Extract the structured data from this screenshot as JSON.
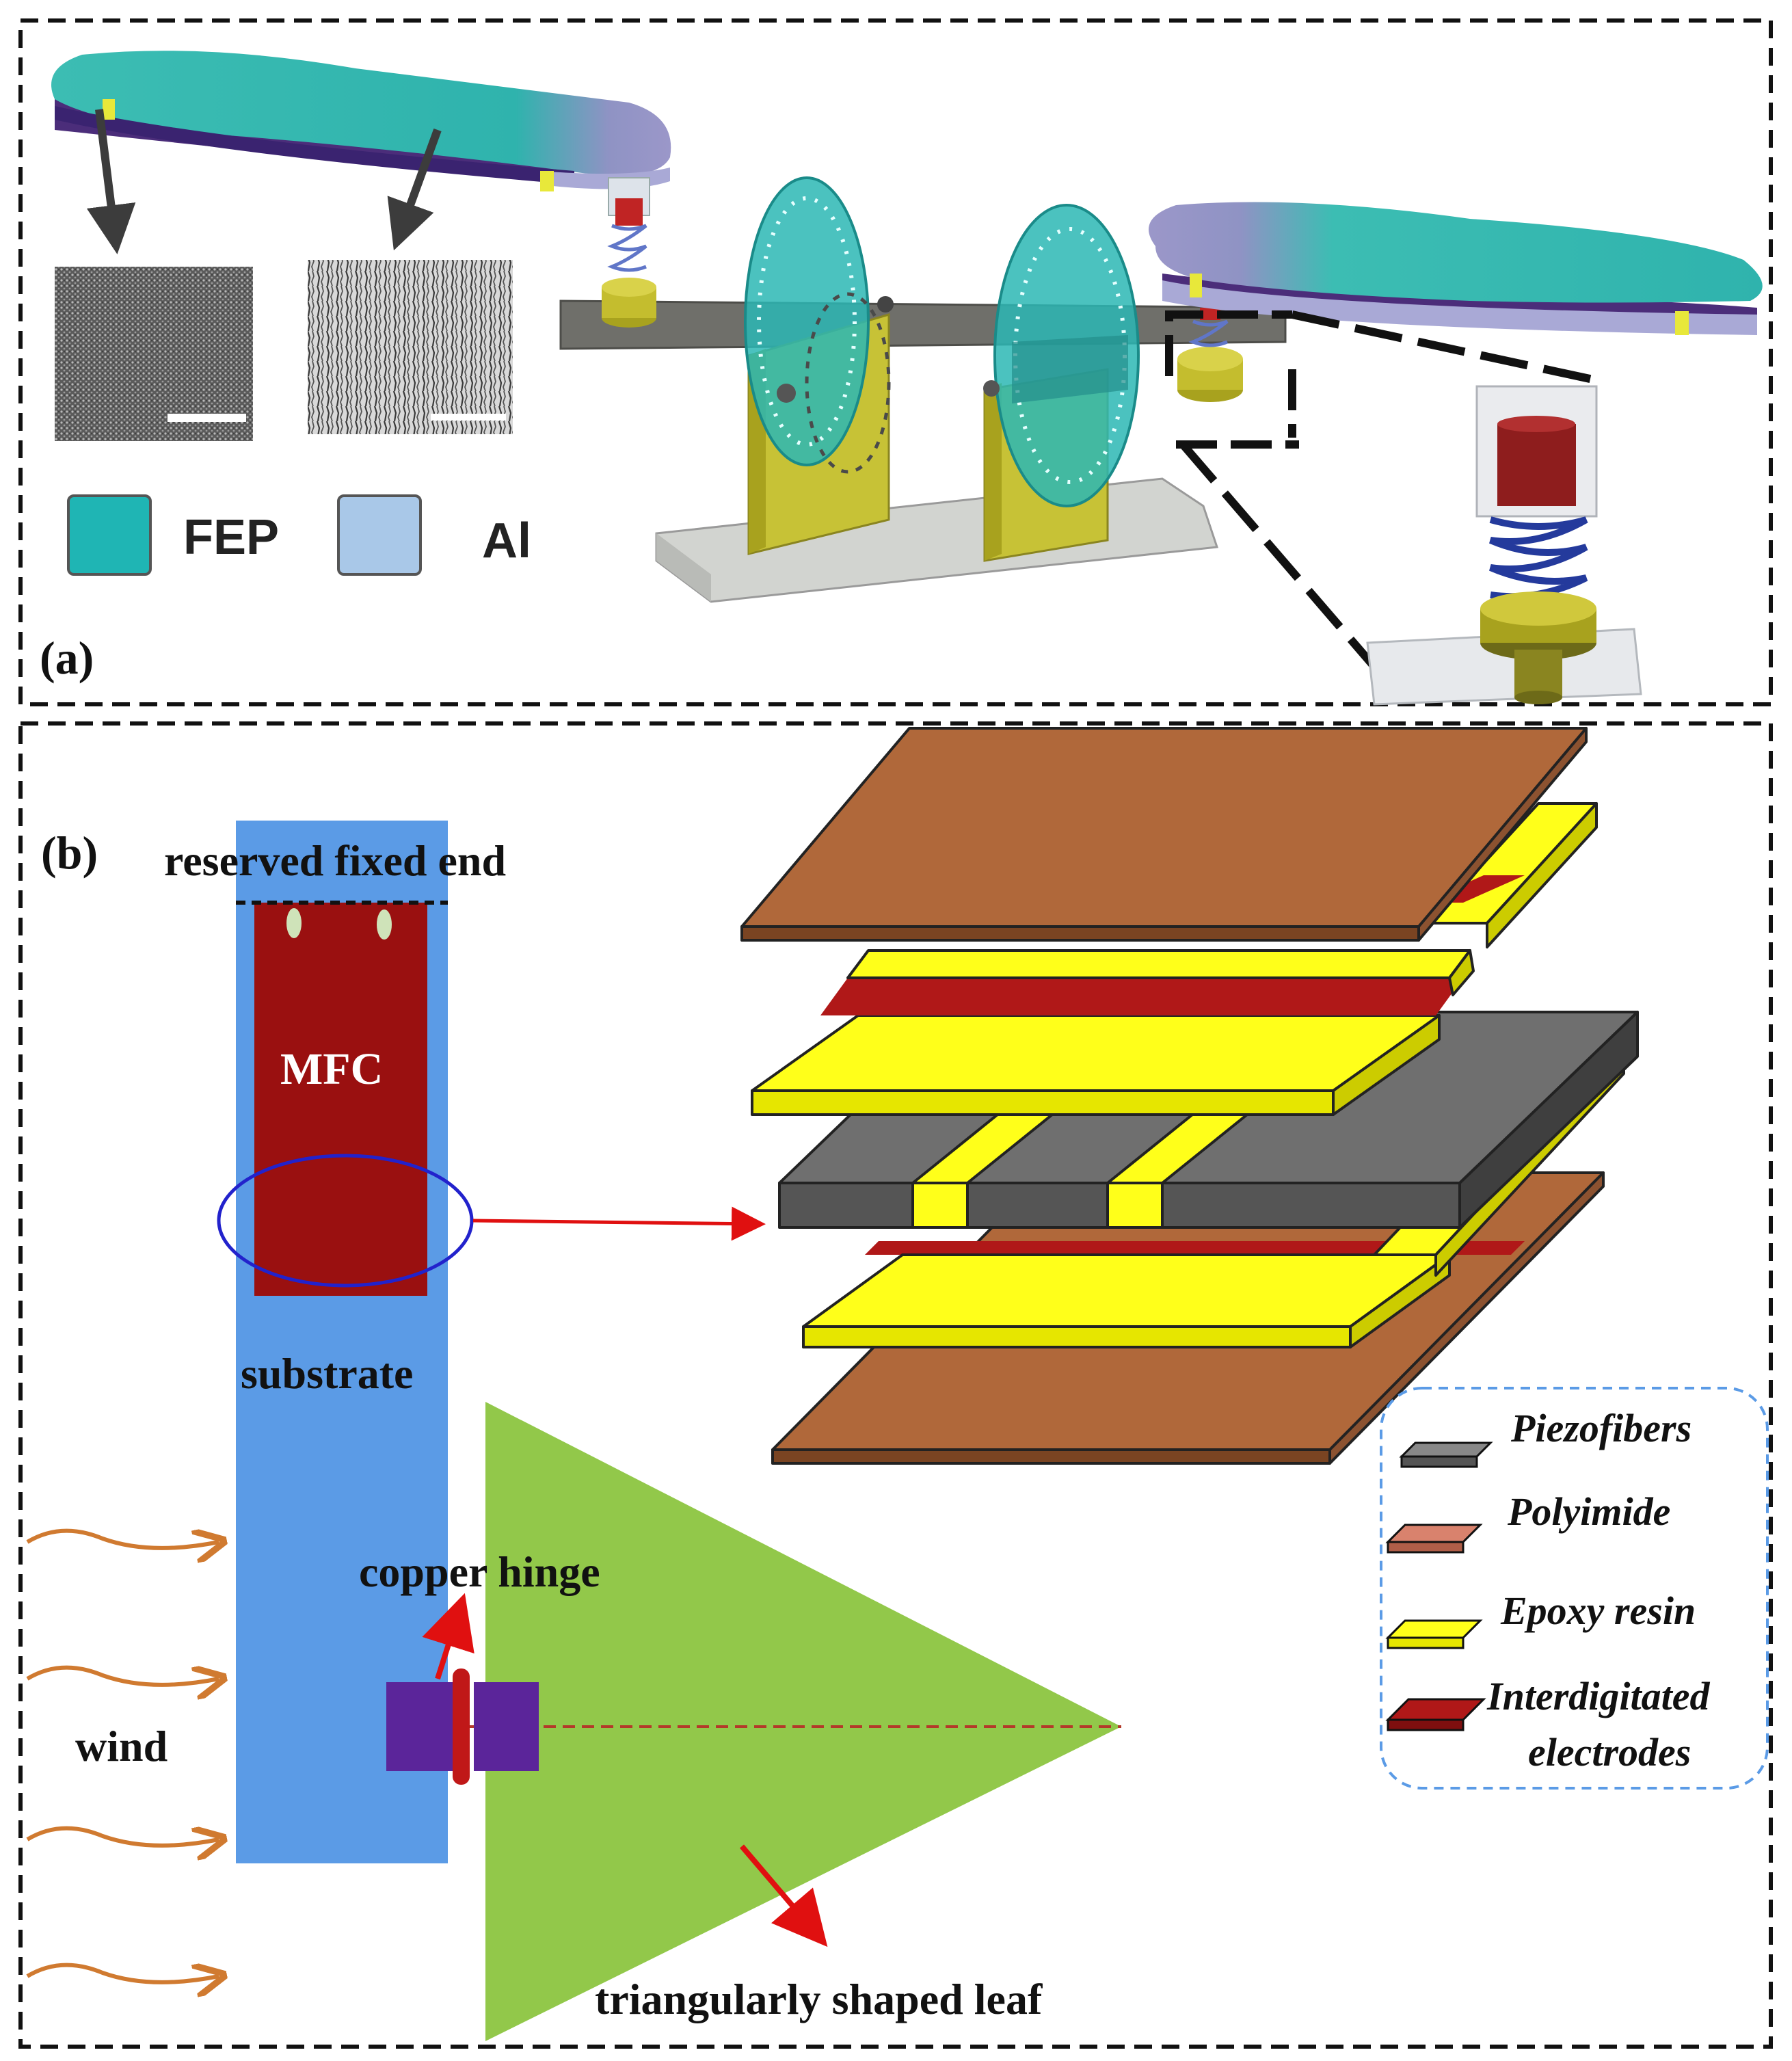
{
  "panel_a": {
    "label": "(a)",
    "legend": [
      {
        "name": "FEP",
        "color": "#1fb5b4"
      },
      {
        "name": "Al",
        "color": "#a9c8e8"
      }
    ]
  },
  "panel_b": {
    "label": "(b)",
    "labels": {
      "fixed_end": "reserved fixed end",
      "mfc": "MFC",
      "substrate": "substrate",
      "copper_hinge": "copper hinge",
      "wind": "wind",
      "leaf": "triangularly shaped leaf"
    },
    "legend": [
      {
        "name": "Piezofibers",
        "color": "#6f6f6f"
      },
      {
        "name": "Polyimide",
        "color": "#d9826d"
      },
      {
        "name": "Epoxy resin",
        "color": "#ffff1a"
      },
      {
        "name": "Interdigitated",
        "name2": "electrodes",
        "color": "#b01818"
      }
    ],
    "colors": {
      "substrate": "#5b9be6",
      "mfc": "#9a1010",
      "leaf": "#92c84a",
      "hinge": "#5b259a",
      "polyimide": "#b0683a",
      "epoxy": "#ffff1a",
      "electrode": "#b01818",
      "piezo": "#6f6f6f",
      "wind": "#d07a30"
    }
  }
}
